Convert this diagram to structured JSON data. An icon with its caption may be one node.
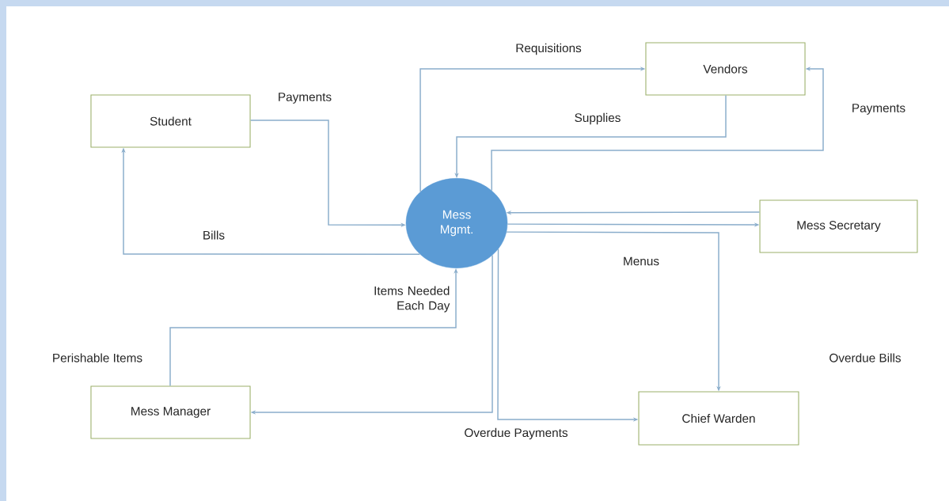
{
  "diagram": {
    "nodes": [
      {
        "text": [
          "Student"
        ]
      },
      {
        "text": [
          "Mess Mgmt."
        ]
      },
      {
        "text": [
          "Vendors"
        ]
      },
      {
        "text": [
          "Mess Secretary"
        ]
      },
      {
        "text": [
          "Mess Manager"
        ]
      },
      {
        "text": [
          "Chief Warden"
        ]
      }
    ],
    "edges": [
      {
        "from": 0,
        "to": 1,
        "arrow": "to",
        "label": "Payments"
      },
      {
        "from": 1,
        "to": 0,
        "arrow": "to",
        "label": "Bills"
      },
      {
        "from": 1,
        "to": 2,
        "arrow": "to",
        "label": "Requisitions"
      },
      {
        "from": 2,
        "to": 1,
        "arrow": "to",
        "label": "Supplies"
      },
      {
        "from": 1,
        "to": 2,
        "arrow": "to",
        "label": "Payments"
      },
      {
        "from": 3,
        "to": 1,
        "arrow": "to"
      },
      {
        "from": 1,
        "to": 3,
        "arrow": "to"
      },
      {
        "from": 1,
        "to": 5,
        "arrow": "to"
      },
      {
        "from": 4,
        "to": 1,
        "arrow": "to",
        "label": "Items Needed Each Day"
      },
      {
        "from": 1,
        "to": 4,
        "arrow": "to"
      },
      {
        "from": 1,
        "to": 5,
        "arrow": "to",
        "label": "Overdue Payments"
      }
    ],
    "labels": [
      "Menus",
      "Perishable Items",
      "Overdue Bills"
    ]
  }
}
